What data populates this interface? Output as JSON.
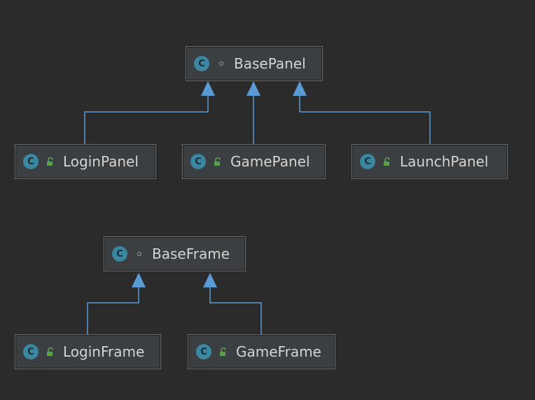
{
  "colors": {
    "background": "#2b2b2b",
    "node_fill": "#3c3f41",
    "node_border": "#6e6e6e",
    "edge": "#5a9bd5",
    "class_icon": "#3b86a0",
    "public_icon": "#5aa04c"
  },
  "icons": {
    "class": "C",
    "package_private": "circle-outline-icon",
    "public": "open-lock-icon"
  },
  "nodes": {
    "base_panel": "BasePanel",
    "login_panel": "LoginPanel",
    "game_panel": "GamePanel",
    "launch_panel": "LaunchPanel",
    "base_frame": "BaseFrame",
    "login_frame": "LoginFrame",
    "game_frame": "GameFrame"
  },
  "edges": [
    {
      "from": "login_panel",
      "to": "base_panel",
      "type": "extends"
    },
    {
      "from": "game_panel",
      "to": "base_panel",
      "type": "extends"
    },
    {
      "from": "launch_panel",
      "to": "base_panel",
      "type": "extends"
    },
    {
      "from": "login_frame",
      "to": "base_frame",
      "type": "extends"
    },
    {
      "from": "game_frame",
      "to": "base_frame",
      "type": "extends"
    }
  ]
}
